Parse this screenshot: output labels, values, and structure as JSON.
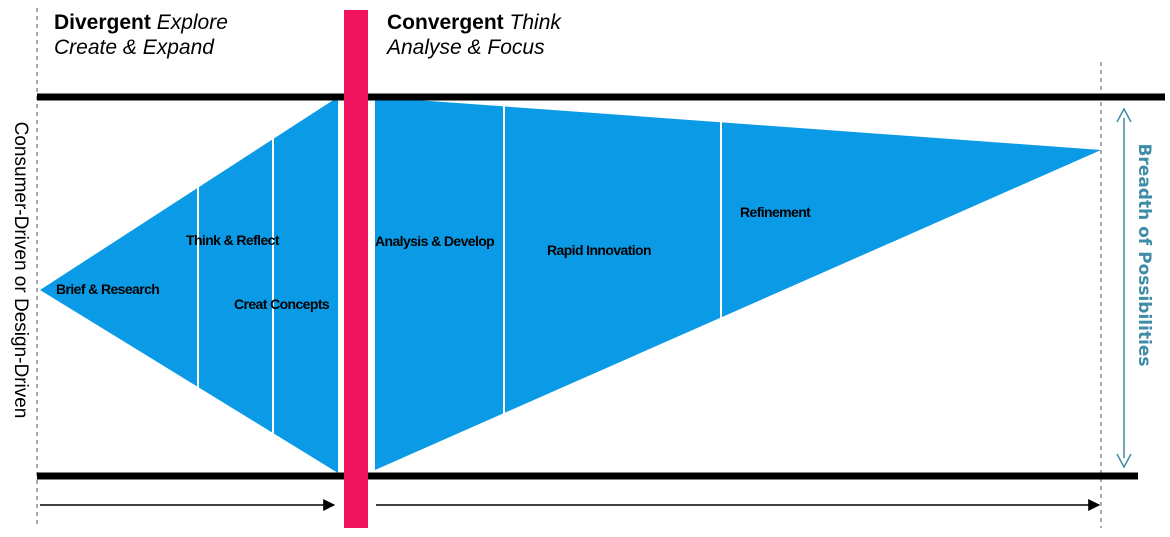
{
  "headings": {
    "divergent": {
      "bold": "Divergent",
      "italic": "Explore",
      "line2": "Create & Expand"
    },
    "convergent": {
      "bold": "Convergent",
      "italic": "Think",
      "line2": "Analyse & Focus"
    }
  },
  "stages": {
    "brief_research": "Brief & Research",
    "think_reflect": "Think & Reflect",
    "creat_concepts": "Creat Concepts",
    "analysis_develop": "Analysis & Develop",
    "rapid_innovation": "Rapid Innovation",
    "refinement": "Refinement"
  },
  "side_labels": {
    "left": "Consumer-Driven or Design-Driven",
    "right": "Breadth of Possibilities"
  },
  "colors": {
    "shape_fill": "#0b9be6",
    "divider_bar": "#f0145f",
    "band_lines": "#000000",
    "breadth_arrow": "#3f8ca6",
    "stage_dividers": "#ffffff"
  }
}
